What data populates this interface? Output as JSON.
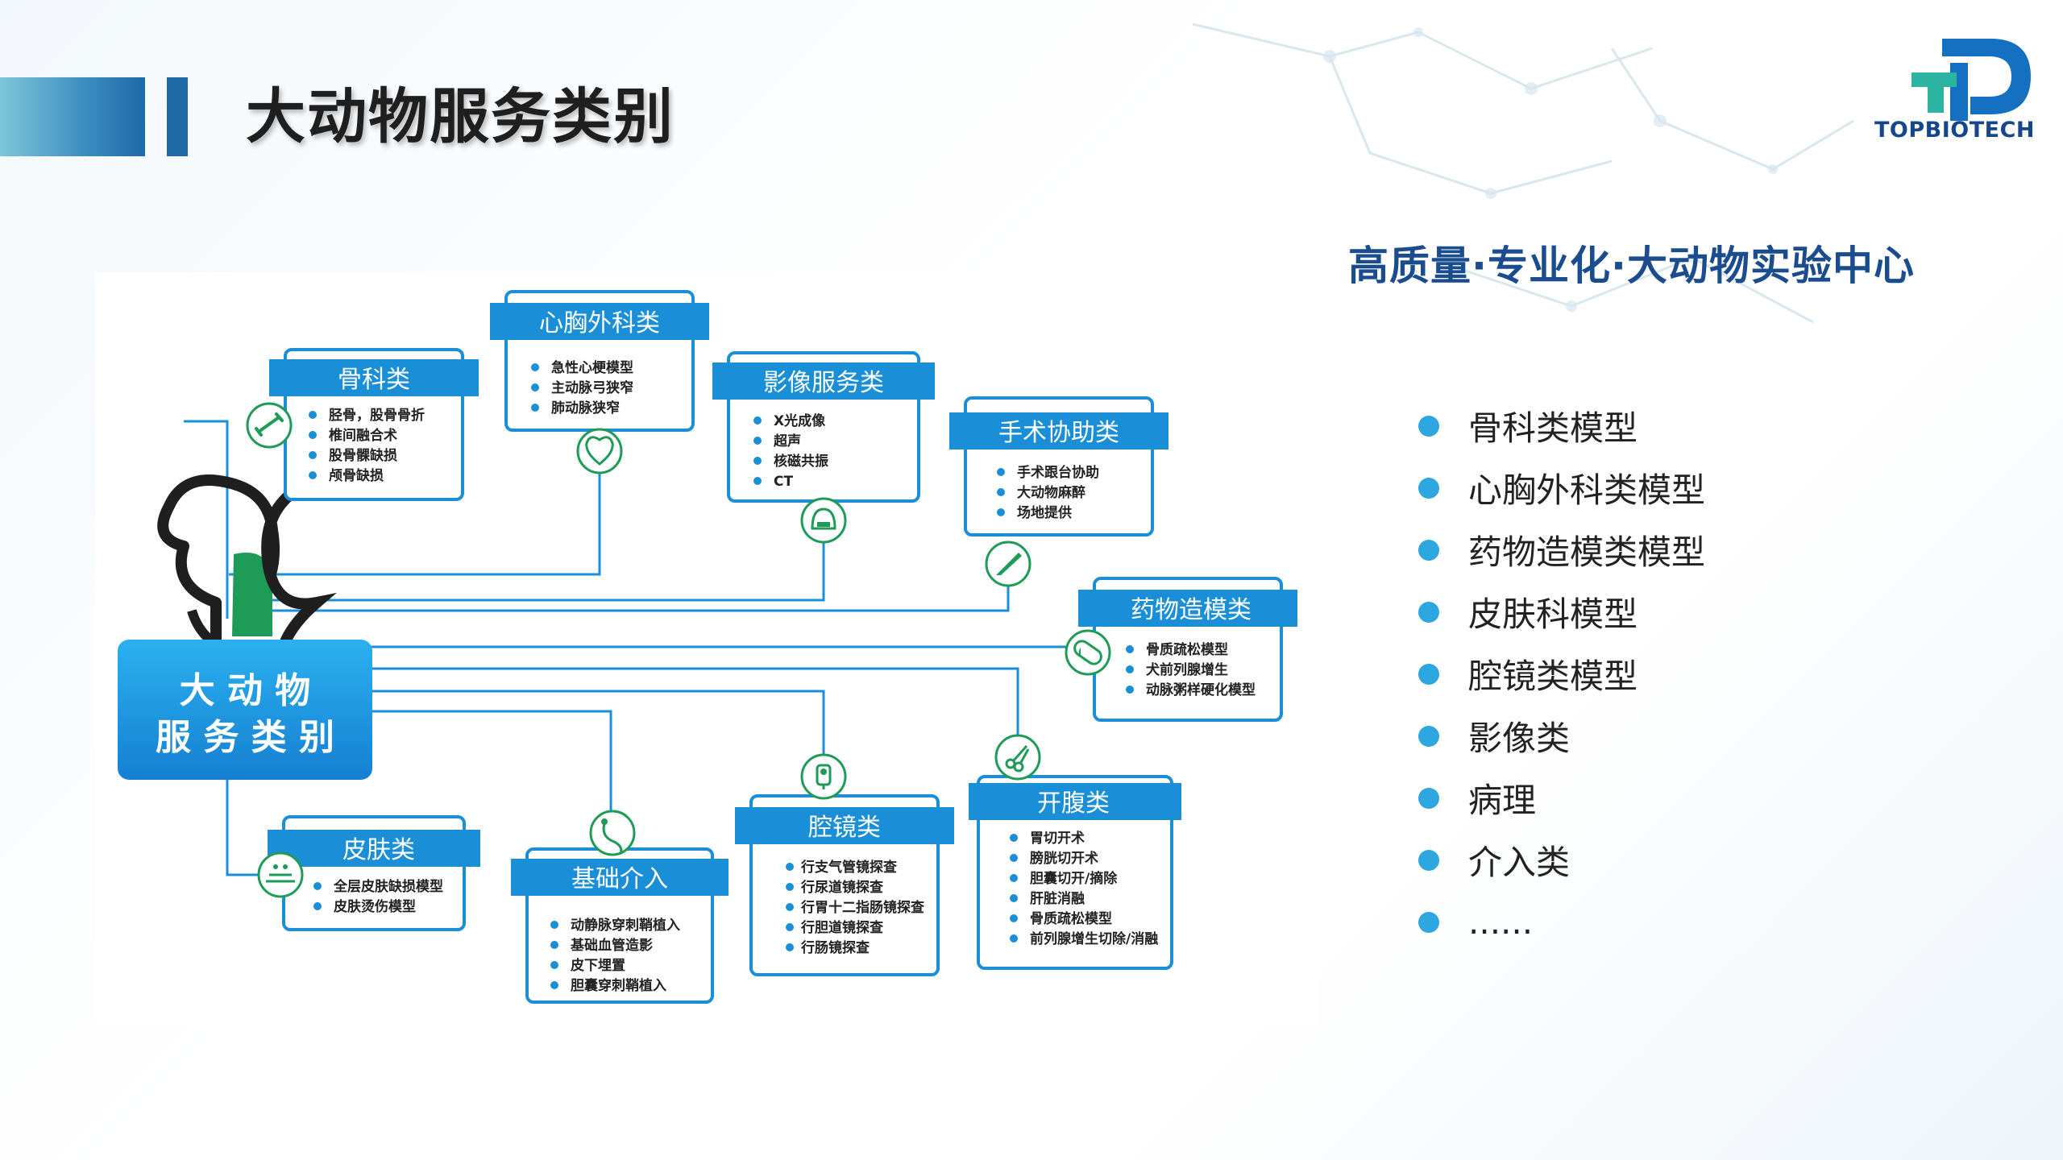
{
  "header": {
    "title": "大动物服务类别",
    "logo_text": "TOPBIOTECH"
  },
  "diagram": {
    "center_label_line1": "大 动 物",
    "center_label_line2": "服 务 类 别",
    "categories": [
      {
        "title": "骨科类",
        "icon": "bone-joint-icon",
        "items": [
          "胫骨，股骨骨折",
          "椎间融合术",
          "股骨髁缺损",
          "颅骨缺损"
        ]
      },
      {
        "title": "心胸外科类",
        "icon": "heart-icon",
        "items": [
          "急性心梗模型",
          "主动脉弓狭窄",
          "肺动脉狭窄"
        ]
      },
      {
        "title": "影像服务类",
        "icon": "ct-scanner-icon",
        "items": [
          "X光成像",
          "超声",
          "核磁共振",
          "CT"
        ]
      },
      {
        "title": "手术协助类",
        "icon": "scalpel-icon",
        "items": [
          "手术跟台协助",
          "大动物麻醉",
          "场地提供"
        ]
      },
      {
        "title": "药物造模类",
        "icon": "capsule-icon",
        "items": [
          "骨质疏松模型",
          "犬前列腺增生",
          "动脉粥样硬化模型"
        ]
      },
      {
        "title": "皮肤类",
        "icon": "skin-icon",
        "items": [
          "全层皮肤缺损模型",
          "皮肤烫伤模型"
        ]
      },
      {
        "title": "基础介入",
        "icon": "catheter-icon",
        "items": [
          "动静脉穿刺鞘植入",
          "基础血管造影",
          "皮下埋置",
          "胆囊穿刺鞘植入"
        ]
      },
      {
        "title": "腔镜类",
        "icon": "endoscope-icon",
        "items": [
          "行支气管镜探查",
          "行尿道镜探查",
          "行胃十二指肠镜探查",
          "行胆道镜探查",
          "行肠镜探查"
        ]
      },
      {
        "title": "开腹类",
        "icon": "scissors-icon",
        "items": [
          "胃切开术",
          "膀胱切开术",
          "胆囊切开/摘除",
          "肝脏消融",
          "骨质疏松模型",
          "前列腺增生切除/消融"
        ]
      }
    ]
  },
  "right_panel": {
    "subtitle": "高质量·专业化·大动物实验中心",
    "items": [
      "骨科类模型",
      "心胸外科类模型",
      "药物造模类模型",
      "皮肤科模型",
      "腔镜类模型",
      "影像类",
      "病理",
      "介入类",
      "......"
    ]
  },
  "colors": {
    "primary_blue": "#1a8fd8",
    "title_blue": "#1a4c8e",
    "bullet_blue": "#2ea7e0",
    "icon_green": "#1e9b57"
  }
}
